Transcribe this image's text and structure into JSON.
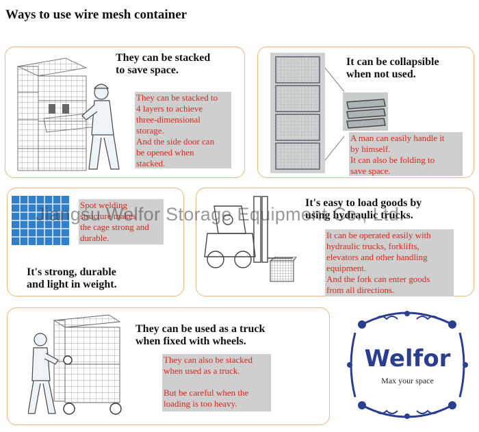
{
  "title": "Ways to use wire  mesh container",
  "cards": {
    "stacked": {
      "heading": [
        "They can be stacked",
        "to save space."
      ],
      "note": [
        "They can be stacked to",
        "4 layers to achieve",
        "three-dimensional",
        "storage.",
        "And the side door can",
        "be opened when",
        "stacked."
      ]
    },
    "collapsible": {
      "heading": [
        "It can be collapsible",
        "when not used."
      ],
      "note": [
        "A man can easily handle it",
        "by himself.",
        "It can also be folding to",
        "save space."
      ]
    },
    "strong": {
      "heading": [
        "It's strong, durable",
        "and light in weight."
      ],
      "note": [
        "Spot welding",
        "structure makes",
        "the cage strong and",
        "durable."
      ]
    },
    "load": {
      "heading": [
        "It's easy to load goods by",
        "using hydraulic trucks."
      ],
      "note": [
        "It can be operated easily with",
        "hydraulic trucks, forklifts,",
        "elevators and other handling",
        "equipment.",
        "And the fork can enter goods",
        "from all directions."
      ]
    },
    "truck": {
      "heading": [
        "They can be used as a truck",
        "when fixed with wheels."
      ],
      "note": [
        "They can also be stacked",
        "when used as a truck.",
        "",
        "But be careful when the",
        "loading is too heavy."
      ]
    }
  },
  "watermark": "Jiangsu Welfor Storage Equipment Co., Ltd.",
  "logo": {
    "brand": "Welfor",
    "tagline": "Max your space",
    "color": "#2a3d8f"
  }
}
